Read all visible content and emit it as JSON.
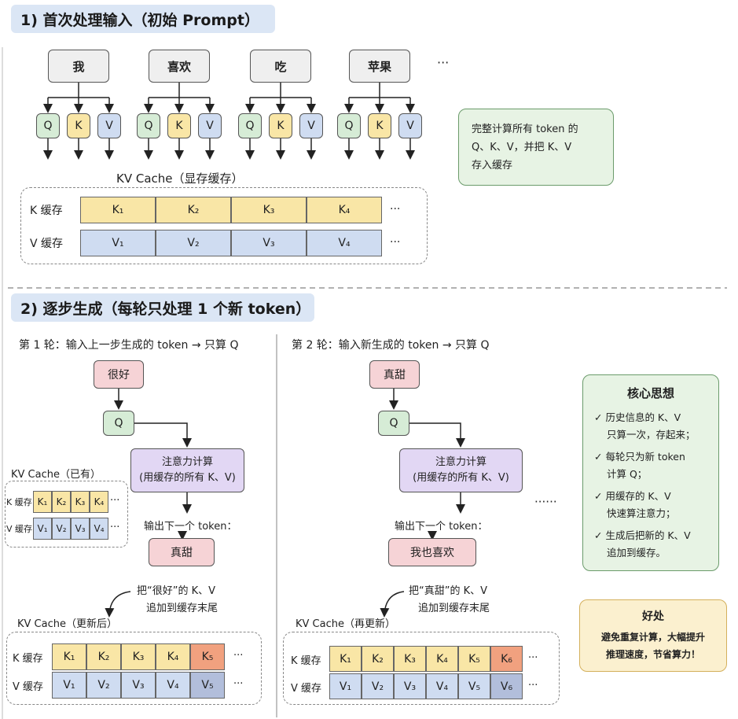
{
  "section1": {
    "title": "1) 首次处理输入（初始 Prompt）",
    "tokens": [
      "我",
      "喜欢",
      "吃",
      "苹果"
    ],
    "ellipsis": "···",
    "qkv": [
      "Q",
      "K",
      "V"
    ],
    "cache_title": "KV  Cache（显存缓存）",
    "k_row_label": "K 缓存",
    "v_row_label": "V 缓存",
    "k_cells": [
      "K₁",
      "K₂",
      "K₃",
      "K₄"
    ],
    "v_cells": [
      "V₁",
      "V₂",
      "V₃",
      "V₄"
    ],
    "row_ellipsis": "···",
    "note_lines": [
      "完整计算所有 token 的",
      "Q、K、V，并把 K、V",
      "存入缓存"
    ]
  },
  "section2": {
    "title": "2) 逐步生成（每轮只处理 1 个新 token）",
    "round1": {
      "heading": "第 1 轮：输入上一步生成的 token → 只算 Q",
      "input": "很好",
      "q": "Q",
      "attn_line1": "注意力计算",
      "attn_line2": "(用缓存的所有 K、V)",
      "cache_title": "KV Cache（已有）",
      "k_label": "K 缓存",
      "v_label": "V 缓存",
      "k_cells": [
        "K₁",
        "K₂",
        "K₃",
        "K₄"
      ],
      "v_cells": [
        "V₁",
        "V₂",
        "V₃",
        "V₄"
      ],
      "ellipsis": "···",
      "output_label": "输出下一个 token：",
      "output": "真甜",
      "append_line1": "把“很好”的 K、V",
      "append_line2": "追加到缓存末尾",
      "updated_title": "KV Cache（更新后）",
      "u_k_label": "K 缓存",
      "u_v_label": "V 缓存",
      "u_k_cells": [
        "K₁",
        "K₂",
        "K₃",
        "K₄",
        "K₅"
      ],
      "u_v_cells": [
        "V₁",
        "V₂",
        "V₃",
        "V₄",
        "V₅"
      ],
      "u_ellipsis": "···"
    },
    "round2": {
      "heading": "第 2 轮：输入新生成的 token → 只算 Q",
      "input": "真甜",
      "q": "Q",
      "attn_line1": "注意力计算",
      "attn_line2": "(用缓存的所有 K、V)",
      "output_label": "输出下一个 token：",
      "output": "我也喜欢",
      "append_line1": "把“真甜”的 K、V",
      "append_line2": "追加到缓存末尾",
      "updated_title": "KV Cache（再更新）",
      "u_k_label": "K 缓存",
      "u_v_label": "V 缓存",
      "u_k_cells": [
        "K₁",
        "K₂",
        "K₃",
        "K₄",
        "K₅",
        "K₆"
      ],
      "u_v_cells": [
        "V₁",
        "V₂",
        "V₃",
        "V₄",
        "V₅",
        "V₆"
      ],
      "u_ellipsis": "···",
      "more": "······"
    },
    "core": {
      "title": "核心思想",
      "items": [
        [
          "✓ 历史信息的 K、V",
          "只算一次，存起来；"
        ],
        [
          "✓ 每轮只为新 token",
          "计算 Q；"
        ],
        [
          "✓ 用缓存的 K、V",
          "快速算注意力；"
        ],
        [
          "✓ 生成后把新的 K、V",
          "追加到缓存。"
        ]
      ]
    },
    "benefit": {
      "title": "好处",
      "line1": "避免重复计算，大幅提升",
      "line2": "推理速度，节省算力！"
    }
  },
  "colors": {
    "token_gray": "#efefef",
    "q_green": "#d6ecd6",
    "k_yellow": "#f9e6a6",
    "v_blue": "#cfdcf1",
    "new_k": "#f1a17f",
    "new_v": "#b2bedb",
    "attn_purple": "#e2d7f4",
    "pink": "#f6d3d6",
    "note_green": "#e7f3e4",
    "note_yellow": "#fbf0cf"
  }
}
